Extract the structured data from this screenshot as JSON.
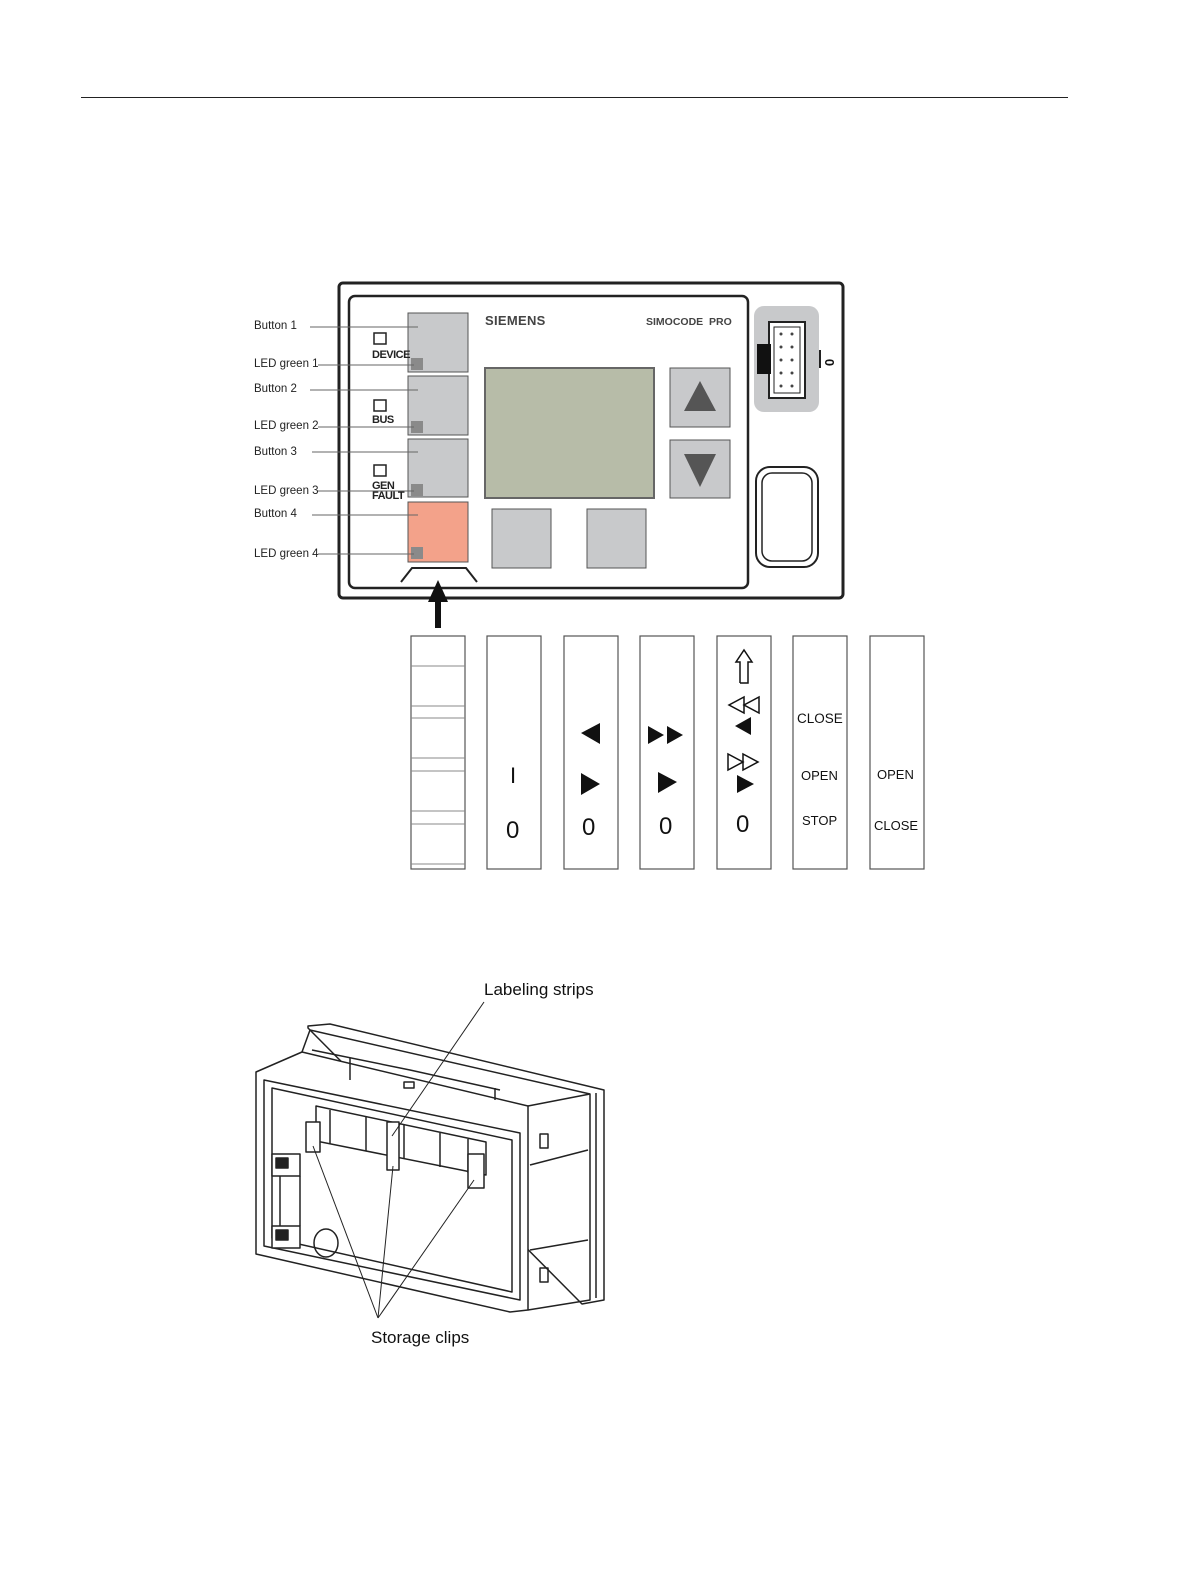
{
  "device": {
    "brand": "SIEMENS",
    "model": "SIMOCODE  PRO",
    "side_mark": "0",
    "led_labels": [
      "DEVICE",
      "BUS",
      "GEN\nFAULT"
    ],
    "callouts": [
      "Button 1",
      "LED green 1",
      "Button 2",
      "LED green 2",
      "Button 3",
      "LED green 3",
      "Button 4",
      "LED green 4"
    ],
    "colors": {
      "button_gray": "#c8c9cb",
      "button4": "#f3a28a",
      "display": "#b7bca8",
      "led": "#8a8a8a"
    }
  },
  "strips": [
    {
      "lines": []
    },
    {
      "lines": [
        "I",
        "0"
      ]
    },
    {
      "lines": [
        "left-triangle-icon",
        "right-triangle-icon",
        "0"
      ]
    },
    {
      "lines": [
        "fast-forward-icon",
        "right-triangle-icon",
        "0"
      ]
    },
    {
      "lines": [
        "up-arrow-icon",
        "double-left-hollow-icon",
        "double-right-hollow-icon",
        "0"
      ]
    },
    {
      "lines": [
        "CLOSE",
        "OPEN",
        "STOP"
      ]
    },
    {
      "lines": [
        "OPEN",
        "CLOSE"
      ]
    }
  ],
  "figure2": {
    "labeling_strips": "Labeling strips",
    "storage_clips": "Storage clips"
  }
}
